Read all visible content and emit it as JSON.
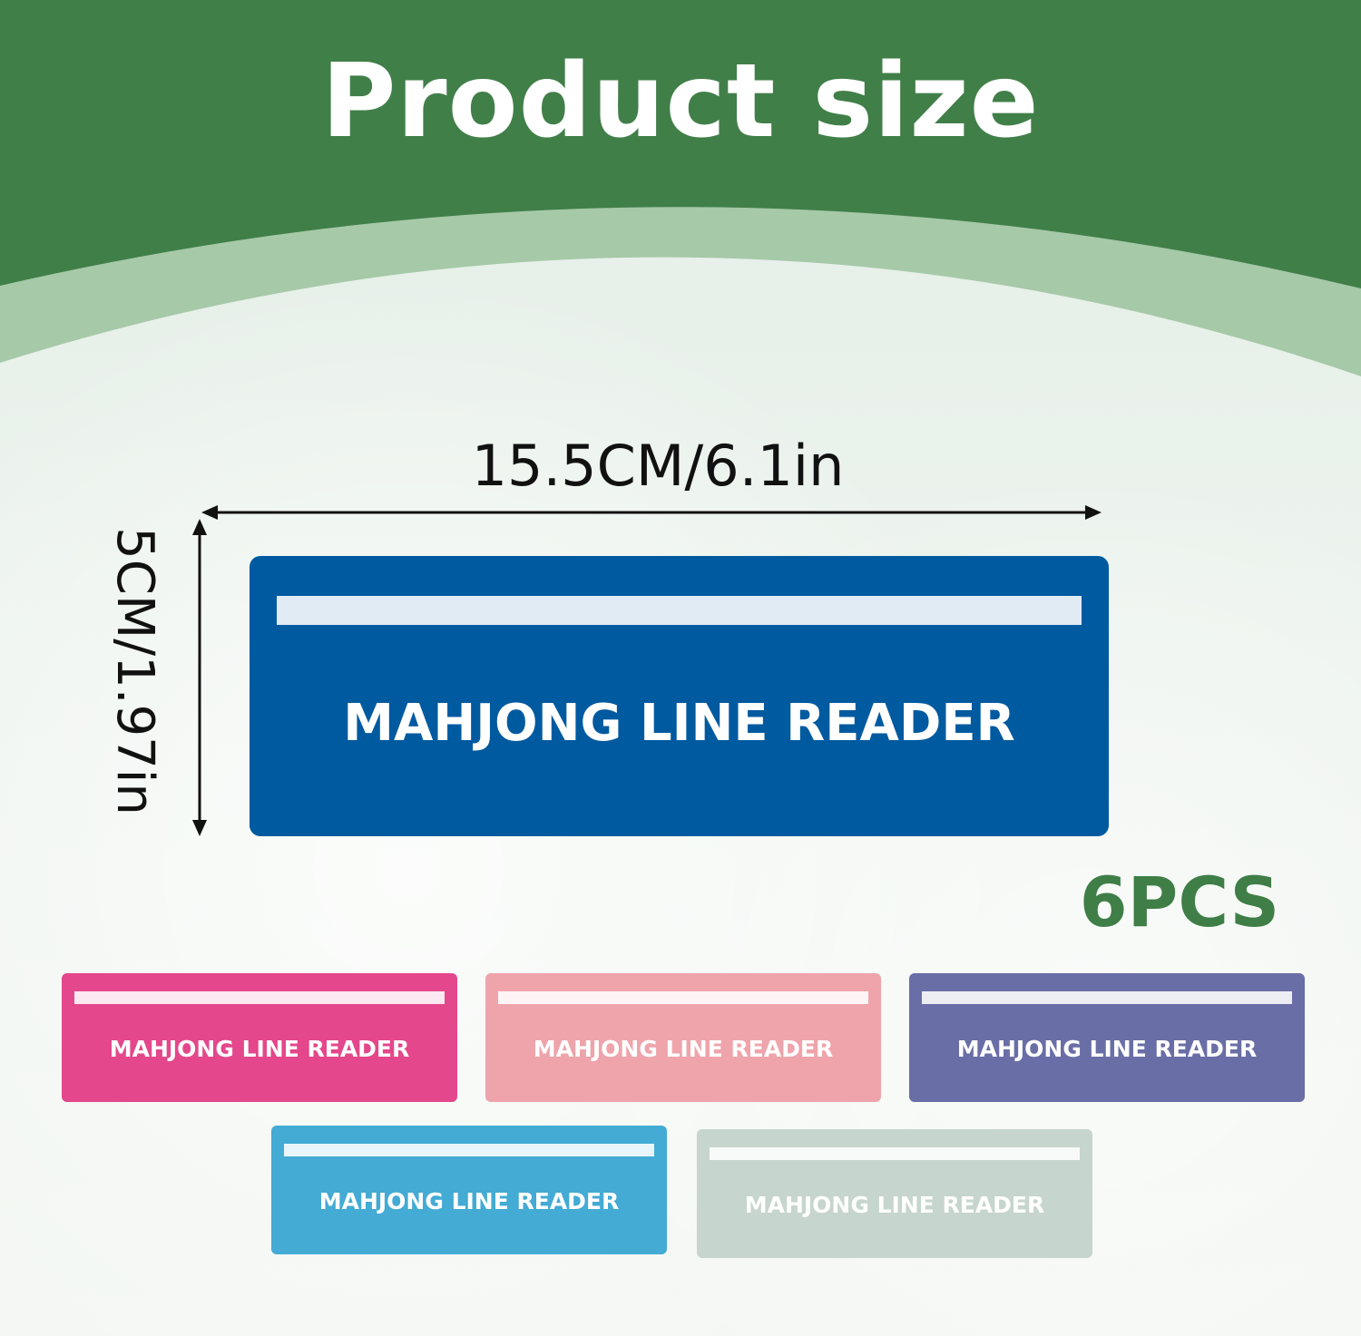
{
  "title": "Product size",
  "width_label": "15.5CM/6.1in",
  "height_label": "5CM/1.97in",
  "count_label": "6PCS",
  "main_reader": {
    "label": "MAHJONG LINE READER",
    "color": "#005aa0"
  },
  "readers": [
    {
      "label": "MAHJONG LINE READER",
      "color": "#e4478b"
    },
    {
      "label": "MAHJONG LINE READER",
      "color": "#efa4ab"
    },
    {
      "label": "MAHJONG LINE READER",
      "color": "#6a6ea6"
    },
    {
      "label": "MAHJONG LINE READER",
      "color": "#43abd4"
    },
    {
      "label": "MAHJONG LINE READER",
      "color": "#c6d5cd"
    }
  ],
  "colors": {
    "header_green": "#417f49",
    "band_light_green": "#a6c9a8",
    "count_green": "#3f7e47"
  }
}
